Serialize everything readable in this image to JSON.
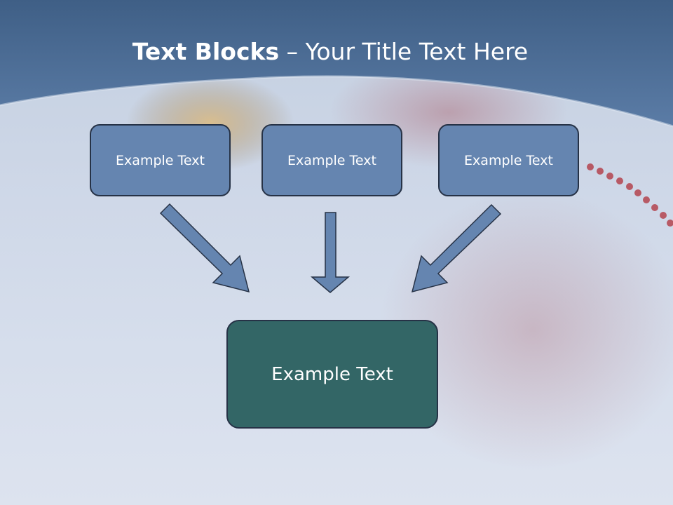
{
  "slide": {
    "title_bold": "Text Blocks",
    "title_dash": " – ",
    "title_rest": "Your Title Text Here"
  },
  "diagram": {
    "top_boxes": [
      "Example Text",
      "Example Text",
      "Example Text"
    ],
    "result_box": "Example Text"
  },
  "colors": {
    "header": "#4a6a94",
    "top_box_fill": "#6585b0",
    "result_box_fill": "#336666",
    "arrow_fill": "#6585b0",
    "outline": "#263246"
  }
}
